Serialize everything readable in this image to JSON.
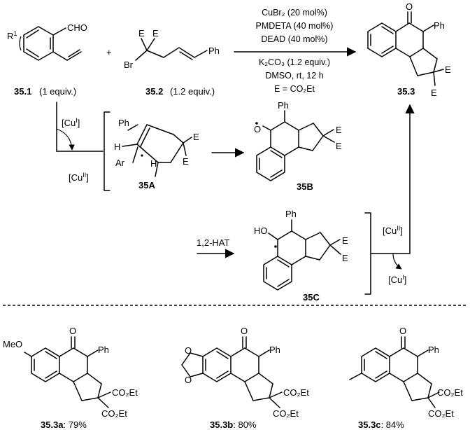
{
  "top": {
    "r1": "R",
    "r1_sup": "1",
    "cho": "CHO",
    "plus": "+",
    "e1": "E",
    "e2": "E",
    "br": "Br",
    "ph": "Ph",
    "cpd1_id": "35.1",
    "cpd1_amt": "(1 equiv.)",
    "cpd2_id": "35.2",
    "cpd2_amt": "(1.2 equiv.)",
    "product_id": "35.3",
    "product_o": "O",
    "product_ph": "Ph",
    "product_e1": "E",
    "product_e2": "E"
  },
  "conditions": {
    "line1": "CuBr₂ (20 mol%)",
    "line2": "PMDETA (40 mol%)",
    "line3": "DEAD (40 mol%)",
    "line4": "K₂CO₃ (1.2 equiv.)",
    "line5": "DMSO, rt, 12 h",
    "line6": "E = CO₂Et"
  },
  "mechanism": {
    "cu_i_top": "[Cu",
    "cu_i_sup": "I",
    "cu_ii_top": "[Cu",
    "cu_ii_sup": "II",
    "a_ph": "Ph",
    "a_h1": "H",
    "a_h2": "H",
    "a_ar": "Ar",
    "a_e1": "E",
    "a_e2": "E",
    "a_id": "35A",
    "b_ph": "Ph",
    "b_o": "O",
    "b_e1": "E",
    "b_e2": "E",
    "b_id": "35B",
    "hat": "1,2-HAT",
    "c_ph": "Ph",
    "c_ho": "HO",
    "c_e1": "E",
    "c_e2": "E",
    "c_id": "35C",
    "cu_ii_right": "[Cu",
    "cu_ii_right_sup": "II",
    "cu_i_right": "[Cu",
    "cu_i_right_sup": "I"
  },
  "examples": [
    {
      "id": "35.3a",
      "yield": ": 79%",
      "sub": "MeO",
      "o": "O",
      "ph": "Ph",
      "e1": "CO₂Et",
      "e2": "CO₂Et"
    },
    {
      "id": "35.3b",
      "yield": ": 80%",
      "o": "O",
      "ph": "Ph",
      "e1": "CO₂Et",
      "e2": "CO₂Et"
    },
    {
      "id": "35.3c",
      "yield": ": 84%",
      "o": "O",
      "ph": "Ph",
      "e1": "CO₂Et",
      "e2": "CO₂Et"
    }
  ]
}
